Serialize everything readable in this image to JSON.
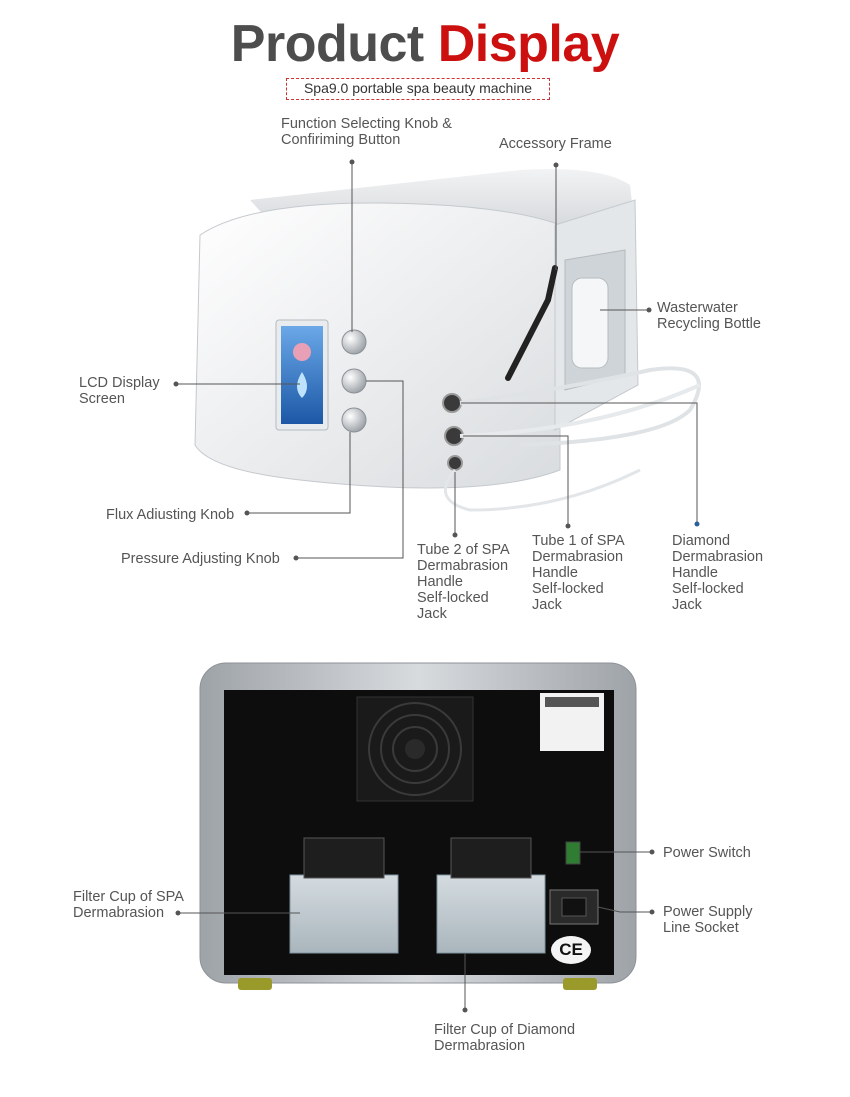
{
  "header": {
    "title_word1": "Product",
    "title_word2": "Display",
    "subtitle": "Spa9.0 portable spa beauty machine"
  },
  "front_view": {
    "labels": {
      "function_knob": "Function Selecting Knob &\nConfiriming Button",
      "accessory_frame": "Accessory Frame",
      "wastewater_bottle": "Wasterwater\nRecycling Bottle",
      "lcd_screen": "LCD Display\nScreen",
      "flux_knob": "Flux Adiusting Knob",
      "pressure_knob": "Pressure Adjusting Knob",
      "tube2_jack": "Tube 2 of SPA\nDermabrasion\nHandle\nSelf-locked\nJack",
      "tube1_jack": "Tube 1 of SPA\nDermabrasion\nHandle\nSelf-locked\nJack",
      "diamond_jack": "Diamond\nDermabrasion\nHandle\nSelf-locked\nJack"
    }
  },
  "rear_view": {
    "labels": {
      "power_switch": "Power Switch",
      "power_socket": "Power Supply\nLine Socket",
      "filter_cup_spa": "Filter Cup of SPA\nDermabrasion",
      "filter_cup_diamond": "Filter Cup of Diamond\nDermabrasion"
    },
    "ce_mark": "CE"
  },
  "colors": {
    "title_dark": "#4d4d4d",
    "title_red": "#cc1010",
    "accent_blue": "#2a5f9e"
  }
}
